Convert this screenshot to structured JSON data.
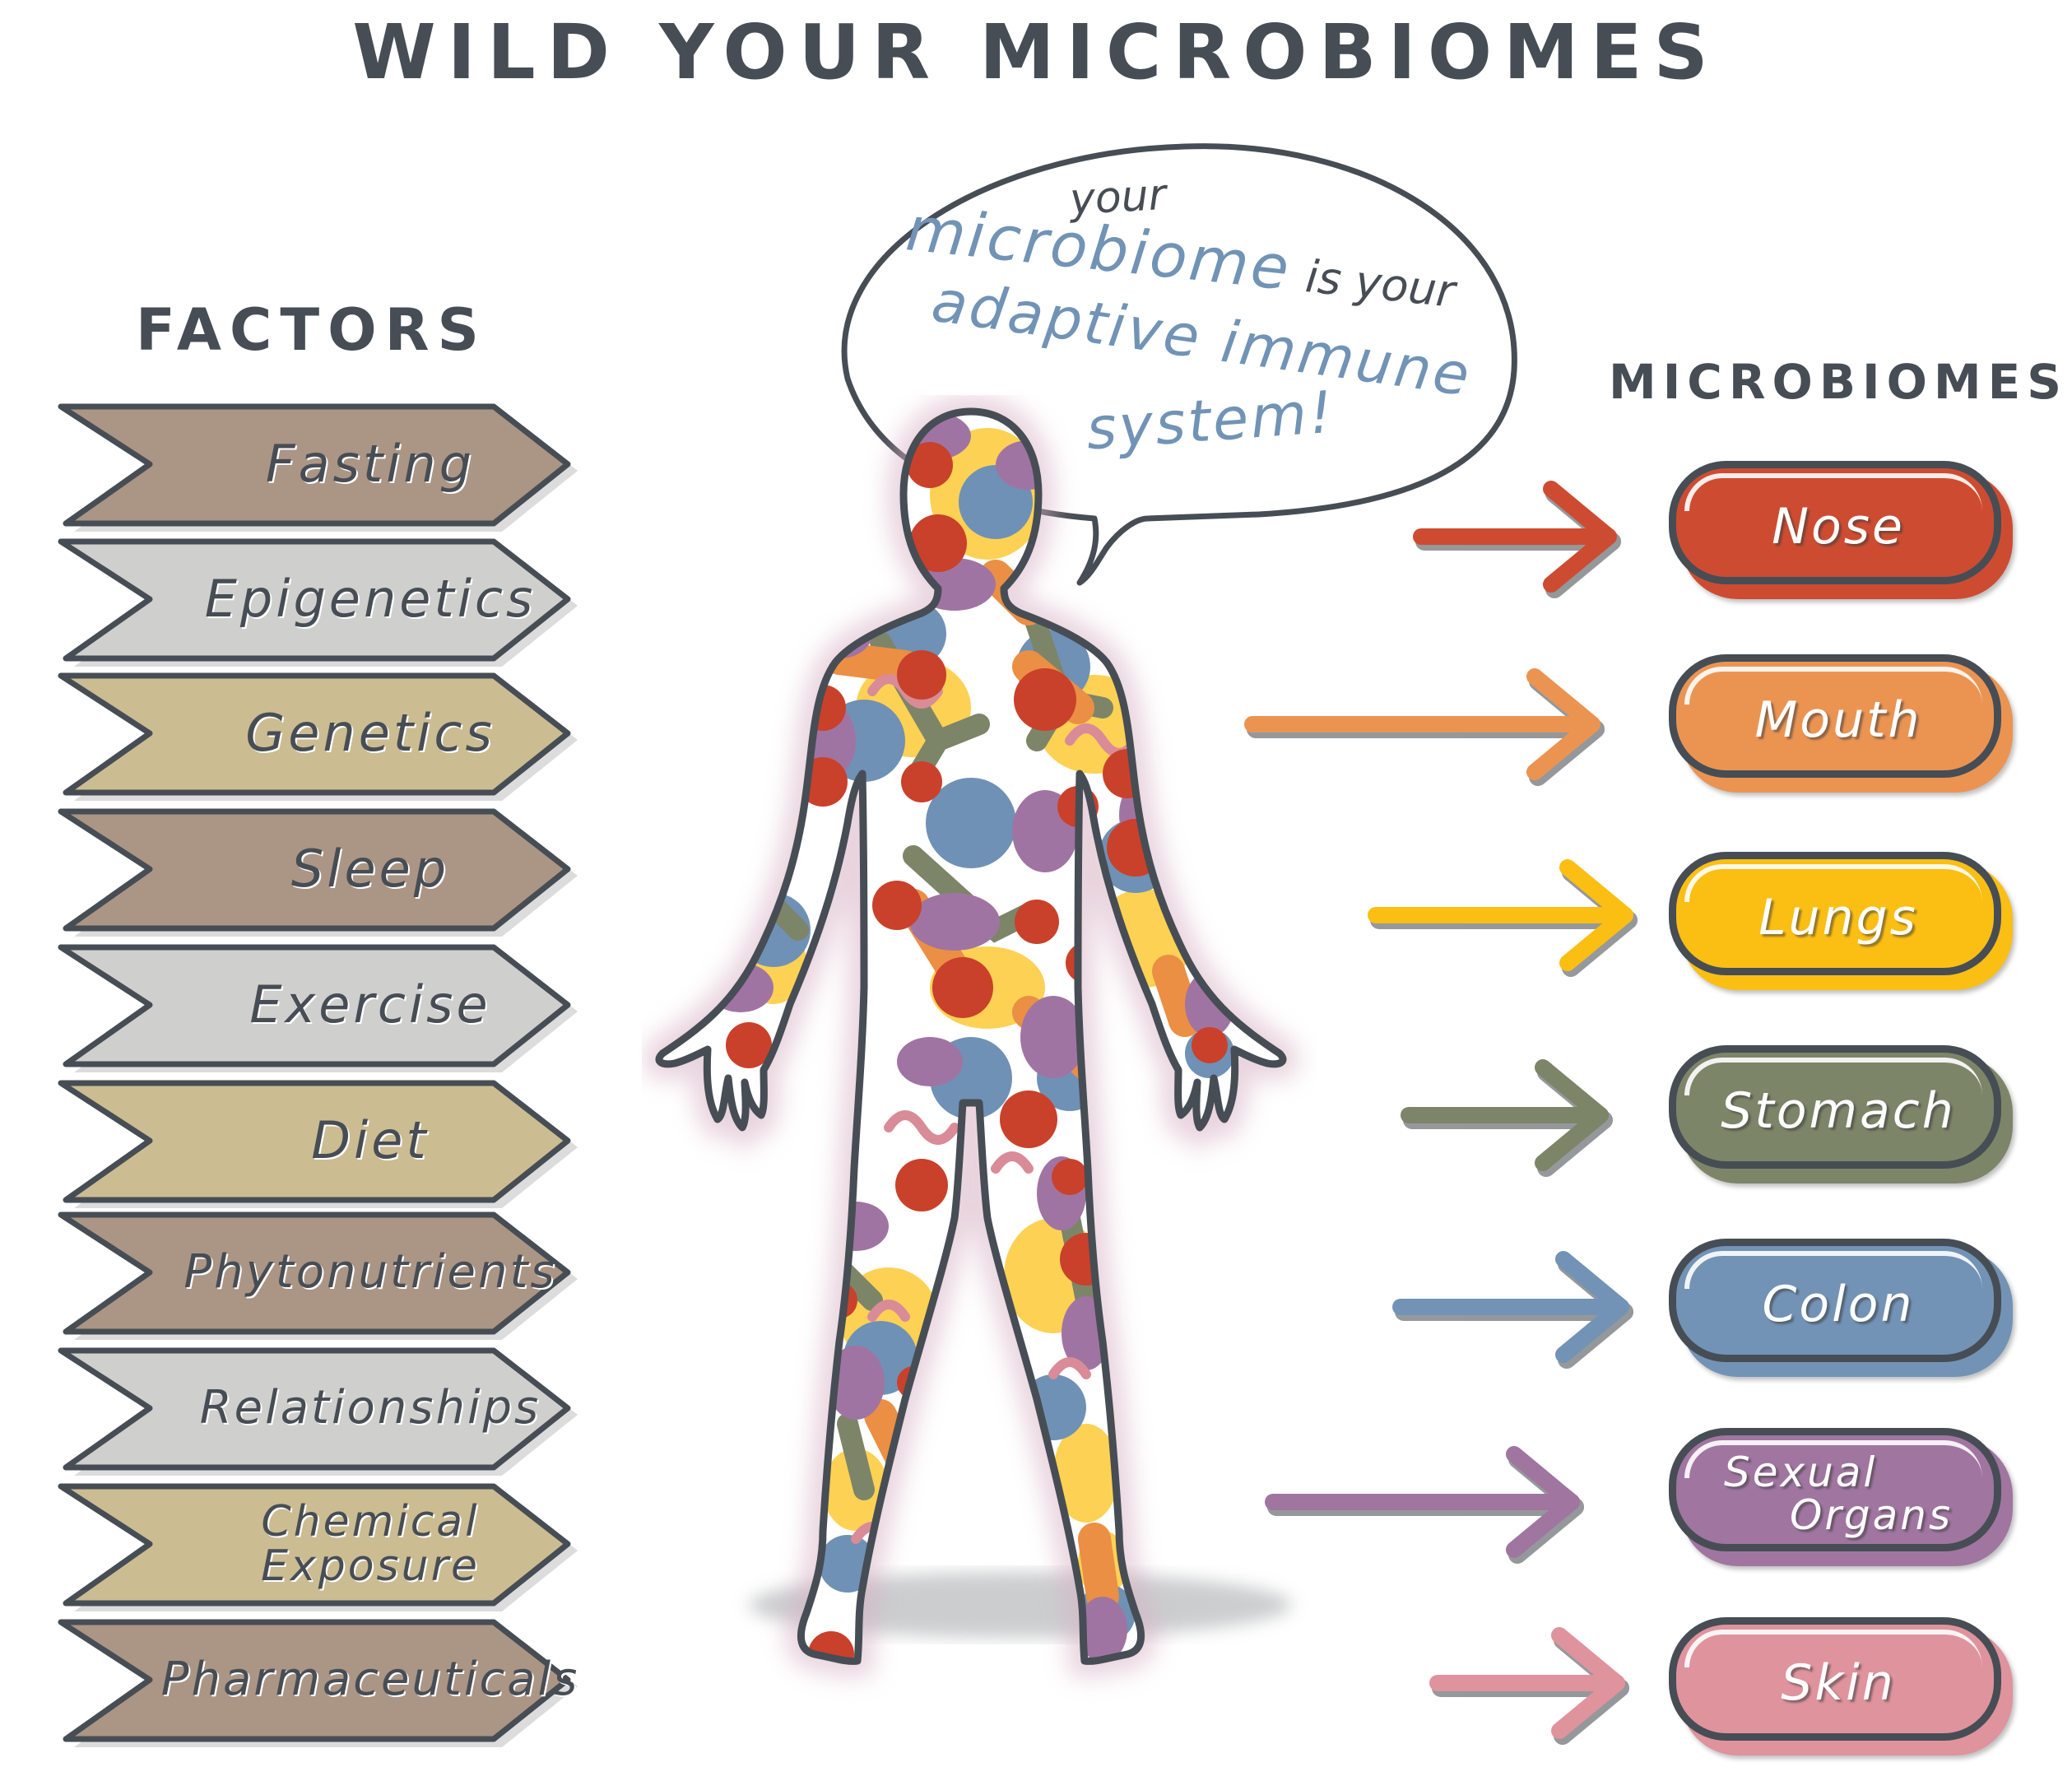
{
  "title": "WILD YOUR MICROBIOMES",
  "factors": {
    "heading": "FACTORS",
    "items": [
      {
        "label": "Fasting",
        "color": "#ab9585"
      },
      {
        "label": "Epigenetics",
        "color": "#cfcfcd"
      },
      {
        "label": "Genetics",
        "color": "#cbbc92"
      },
      {
        "label": "Sleep",
        "color": "#ab9585"
      },
      {
        "label": "Exercise",
        "color": "#cfcfcd"
      },
      {
        "label": "Diet",
        "color": "#cbbc92"
      },
      {
        "label": "Phytonutrients",
        "color": "#ab9585"
      },
      {
        "label": "Relationships",
        "color": "#cfcfcd"
      },
      {
        "label": "Chemical Exposure",
        "line1": "Chemical",
        "line2": "Exposure",
        "color": "#cbbc92"
      },
      {
        "label": "Pharmaceuticals",
        "color": "#ab9585"
      }
    ]
  },
  "speech_bubble": {
    "line1": "your",
    "line2_highlight": "microbiome",
    "line2_rest": "is your",
    "line3": "adaptive immune",
    "line4": "system!",
    "highlight_color": "#7193b6",
    "text_color": "#474d54"
  },
  "figure": {
    "description": "human-silhouette-filled-with-microbes"
  },
  "microbiomes": {
    "heading": "MICROBIOMES",
    "items": [
      {
        "label": "Nose",
        "color": "#cd4c31"
      },
      {
        "label": "Mouth",
        "color": "#eb9452"
      },
      {
        "label": "Lungs",
        "color": "#fbbe13"
      },
      {
        "label": "Stomach",
        "color": "#7d8569"
      },
      {
        "label": "Colon",
        "color": "#7293b6"
      },
      {
        "label": "Sexual Organs",
        "line1": "Sexual",
        "line2": "Organs",
        "color": "#a075a0"
      },
      {
        "label": "Skin",
        "color": "#df939d"
      }
    ]
  },
  "colors": {
    "outline": "#474d54",
    "background": "#ffffff"
  }
}
